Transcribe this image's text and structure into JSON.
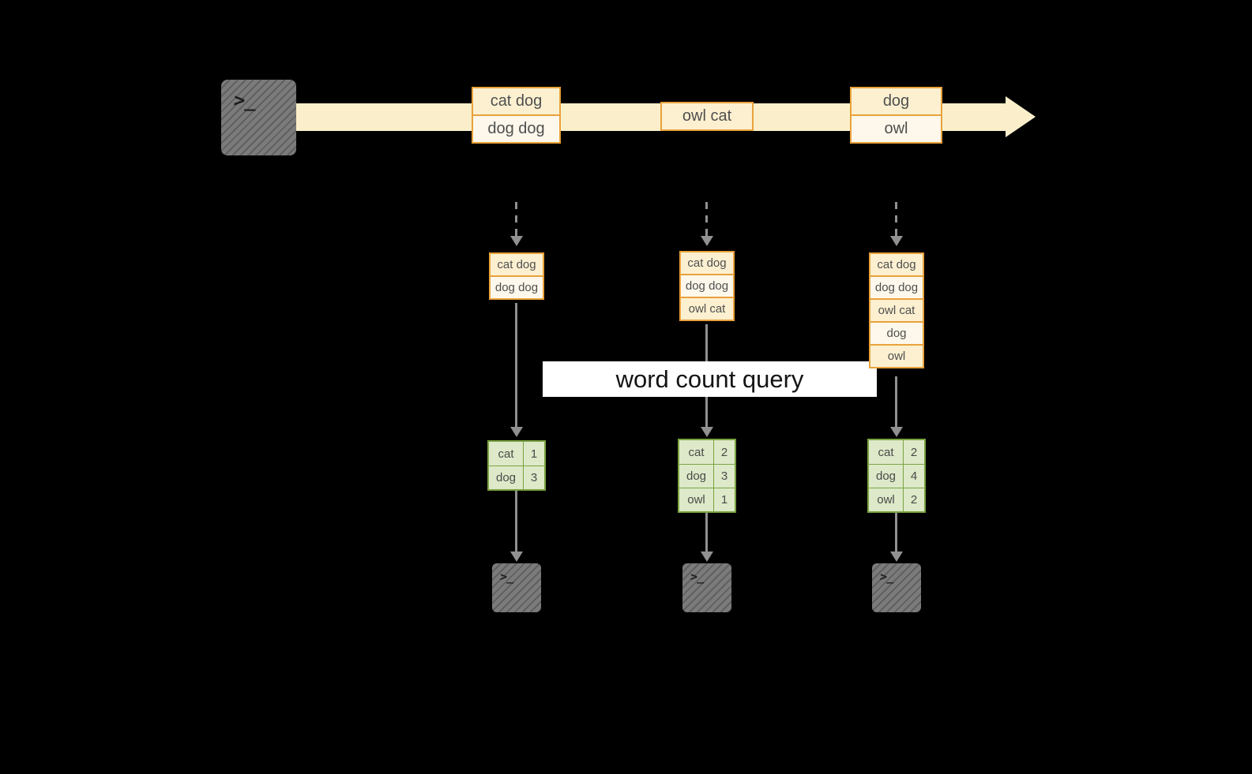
{
  "palette": {
    "background": "#000000",
    "stream_band": "#faefca",
    "box_border": "#e9a23b",
    "box_fill_cream": "#fcf0d0",
    "box_fill_light": "#fdf8eb",
    "table_border": "#7aa342",
    "table_fill": "#dde9c8",
    "arrow": "#909090",
    "banner_bg": "#ffffff"
  },
  "terminal": {
    "glyph": ">_"
  },
  "stream_groups": [
    {
      "rows": [
        "cat dog",
        "dog dog"
      ]
    },
    {
      "rows": [
        "owl cat"
      ]
    },
    {
      "rows": [
        "dog",
        "owl"
      ]
    }
  ],
  "buffers": [
    {
      "rows": [
        "cat dog",
        "dog dog"
      ]
    },
    {
      "rows": [
        "cat dog",
        "dog dog",
        "owl cat"
      ]
    },
    {
      "rows": [
        "cat dog",
        "dog dog",
        "owl cat",
        "dog",
        "owl"
      ]
    }
  ],
  "query_banner": {
    "label": "word count query"
  },
  "count_tables": [
    {
      "rows": [
        {
          "word": "cat",
          "count": "1"
        },
        {
          "word": "dog",
          "count": "3"
        }
      ]
    },
    {
      "rows": [
        {
          "word": "cat",
          "count": "2"
        },
        {
          "word": "dog",
          "count": "3"
        },
        {
          "word": "owl",
          "count": "1"
        }
      ]
    },
    {
      "rows": [
        {
          "word": "cat",
          "count": "2"
        },
        {
          "word": "dog",
          "count": "4"
        },
        {
          "word": "owl",
          "count": "2"
        }
      ]
    }
  ]
}
